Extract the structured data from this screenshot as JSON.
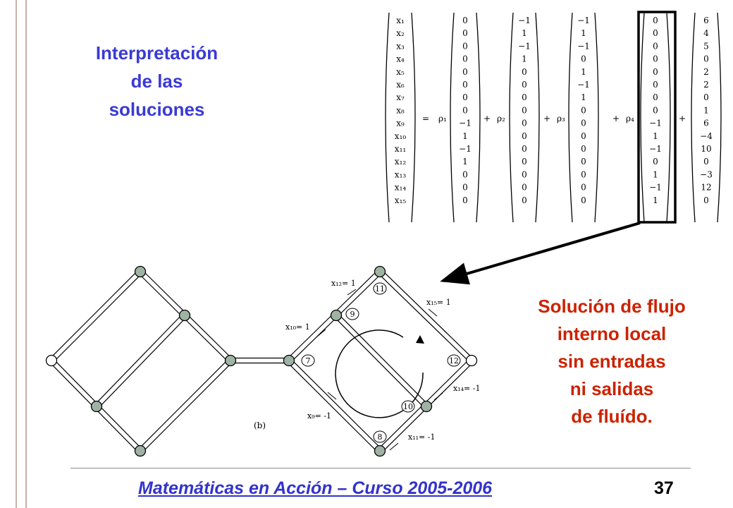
{
  "colors": {
    "title": "#3a3ad6",
    "side_text": "#cc2200",
    "footer": "#3333cc",
    "left_rule": "#c8b0a8",
    "node_fill": "#9fb3a5",
    "box": "#000000"
  },
  "title": {
    "lines": [
      "Interpretación",
      "de las",
      "soluciones"
    ]
  },
  "side_text": {
    "lines": [
      "Solución de flujo",
      "interno local",
      "sin entradas",
      "ni salidas",
      "de fluído."
    ]
  },
  "equation": {
    "variables": [
      "x₁",
      "x₂",
      "x₃",
      "x₄",
      "x₅",
      "x₆",
      "x₇",
      "x₈",
      "x₉",
      "x₁₀",
      "x₁₁",
      "x₁₂",
      "x₁₃",
      "x₁₄",
      "x₁₅"
    ],
    "equals": "=",
    "plus": "+",
    "coefficients": [
      "ρ₁",
      "ρ₂",
      "ρ₃",
      "ρ₄"
    ],
    "vectors": [
      [
        "0",
        "0",
        "0",
        "0",
        "0",
        "0",
        "0",
        "0",
        "−1",
        "1",
        "−1",
        "1",
        "0",
        "0",
        "0"
      ],
      [
        "−1",
        "1",
        "−1",
        "1",
        "0",
        "0",
        "0",
        "0",
        "0",
        "0",
        "0",
        "0",
        "0",
        "0",
        "0"
      ],
      [
        "−1",
        "1",
        "−1",
        "0",
        "1",
        "−1",
        "1",
        "0",
        "0",
        "0",
        "0",
        "0",
        "0",
        "0",
        "0"
      ],
      [
        "0",
        "0",
        "0",
        "0",
        "0",
        "0",
        "0",
        "0",
        "−1",
        "1",
        "−1",
        "0",
        "1",
        "−1",
        "1"
      ]
    ],
    "constant": [
      "6",
      "4",
      "5",
      "0",
      "2",
      "2",
      "0",
      "1",
      "6",
      "−4",
      "10",
      "0",
      "−3",
      "12",
      "0"
    ],
    "highlighted_vector": 4
  },
  "network": {
    "caption": "(b)",
    "node_labels": [
      "7",
      "8",
      "9",
      "10",
      "11",
      "12"
    ],
    "flow_labels": {
      "x12": "x₁₂= 1",
      "x15": "x₁₅= 1",
      "x10": "x₁₀= 1",
      "x14": "x₁₄= -1",
      "x9": "x₉= -1",
      "x11": "x₁₁= -1"
    }
  },
  "footer": {
    "title": "Matemáticas en Acción – Curso 2005-2006",
    "page": "37"
  }
}
